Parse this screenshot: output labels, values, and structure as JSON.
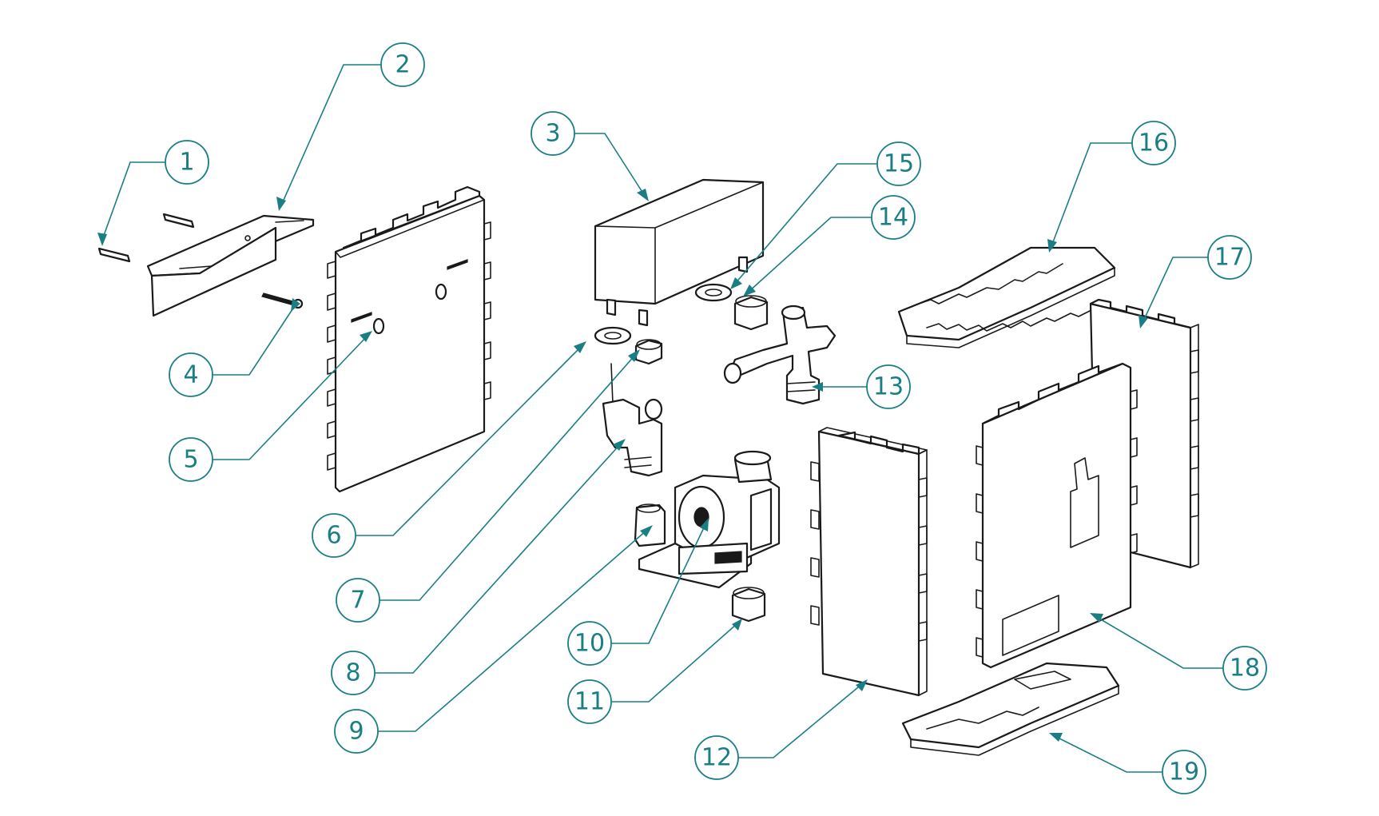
{
  "colors": {
    "accent": "#1a7f84",
    "line": "#1a1a1a",
    "background": "#ffffff"
  },
  "balloons": [
    "1",
    "2",
    "3",
    "4",
    "5",
    "6",
    "7",
    "8",
    "9",
    "10",
    "11",
    "12",
    "13",
    "14",
    "15",
    "16",
    "17",
    "18",
    "19"
  ]
}
